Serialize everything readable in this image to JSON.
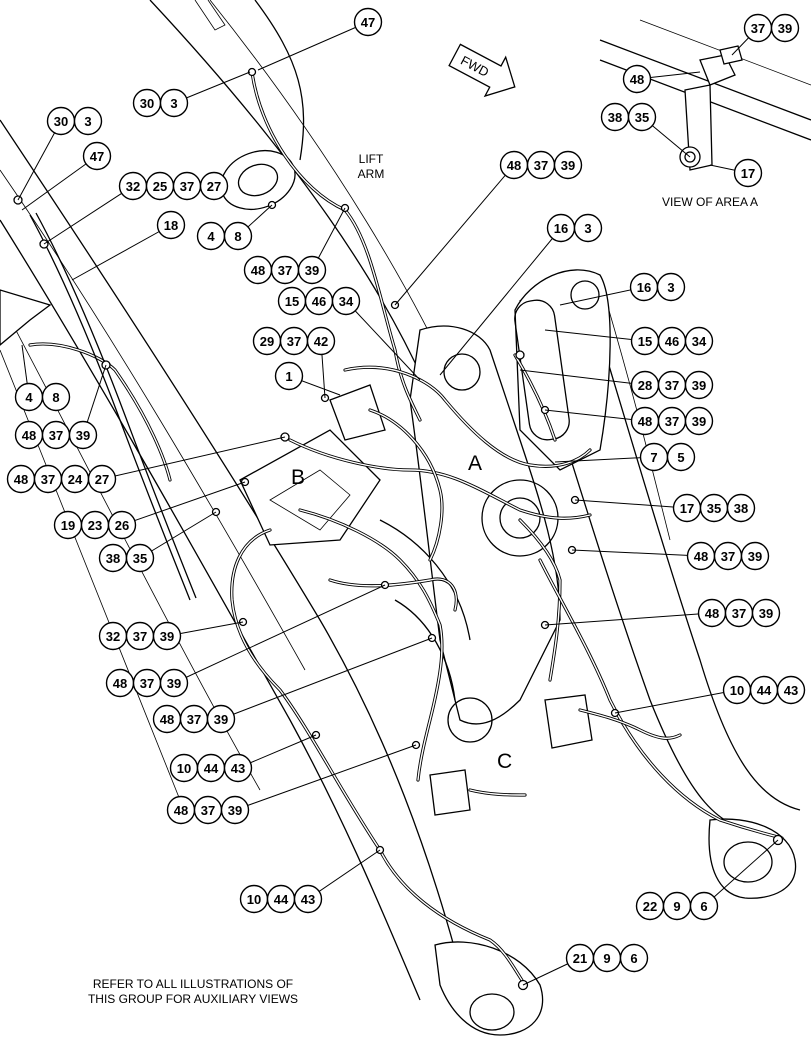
{
  "labels": {
    "lift_arm_line1": "LIFT",
    "lift_arm_line2": "ARM",
    "fwd": "FWD",
    "view_area": "VIEW OF AREA A",
    "area_a": "A",
    "area_b": "B",
    "area_c": "C",
    "refer_line1": "REFER TO ALL ILLUSTRATIONS OF",
    "refer_line2": "THIS GROUP FOR AUXILIARY VIEWS"
  },
  "callouts": {
    "c01": [
      "47"
    ],
    "c02": [
      "30",
      "3"
    ],
    "c03": [
      "30",
      "3"
    ],
    "c04": [
      "47"
    ],
    "c05": [
      "32",
      "25",
      "37",
      "27"
    ],
    "c06": [
      "18"
    ],
    "c07": [
      "4",
      "8"
    ],
    "c08": [
      "48",
      "37",
      "39"
    ],
    "c09": [
      "4",
      "8"
    ],
    "c10": [
      "48",
      "37",
      "39"
    ],
    "c11": [
      "48",
      "37",
      "24",
      "27"
    ],
    "c12": [
      "19",
      "23",
      "26"
    ],
    "c13": [
      "38",
      "35"
    ],
    "c14": [
      "48",
      "37",
      "39"
    ],
    "c15": [
      "15",
      "46",
      "34"
    ],
    "c16": [
      "29",
      "37",
      "42"
    ],
    "c17": [
      "1"
    ],
    "c18": [
      "16",
      "3"
    ],
    "c19": [
      "16",
      "3"
    ],
    "c20": [
      "15",
      "46",
      "34"
    ],
    "c21": [
      "28",
      "37",
      "39"
    ],
    "c22": [
      "48",
      "37",
      "39"
    ],
    "c23": [
      "7",
      "5"
    ],
    "c24": [
      "17",
      "35",
      "38"
    ],
    "c25": [
      "48",
      "37",
      "39"
    ],
    "c26": [
      "32",
      "37",
      "39"
    ],
    "c27": [
      "48",
      "37",
      "39"
    ],
    "c28": [
      "48",
      "37",
      "39"
    ],
    "c29": [
      "48",
      "37",
      "39"
    ],
    "c30": [
      "10",
      "44",
      "43"
    ],
    "c31": [
      "10",
      "44",
      "43"
    ],
    "c32": [
      "48",
      "37",
      "39"
    ],
    "c33": [
      "10",
      "44",
      "43"
    ],
    "c34": [
      "22",
      "9",
      "6"
    ],
    "c35": [
      "21",
      "9",
      "6"
    ],
    "c36": [
      "37",
      "39"
    ],
    "c37": [
      "48"
    ],
    "c38": [
      "38",
      "35"
    ],
    "c39": [
      "17"
    ]
  }
}
